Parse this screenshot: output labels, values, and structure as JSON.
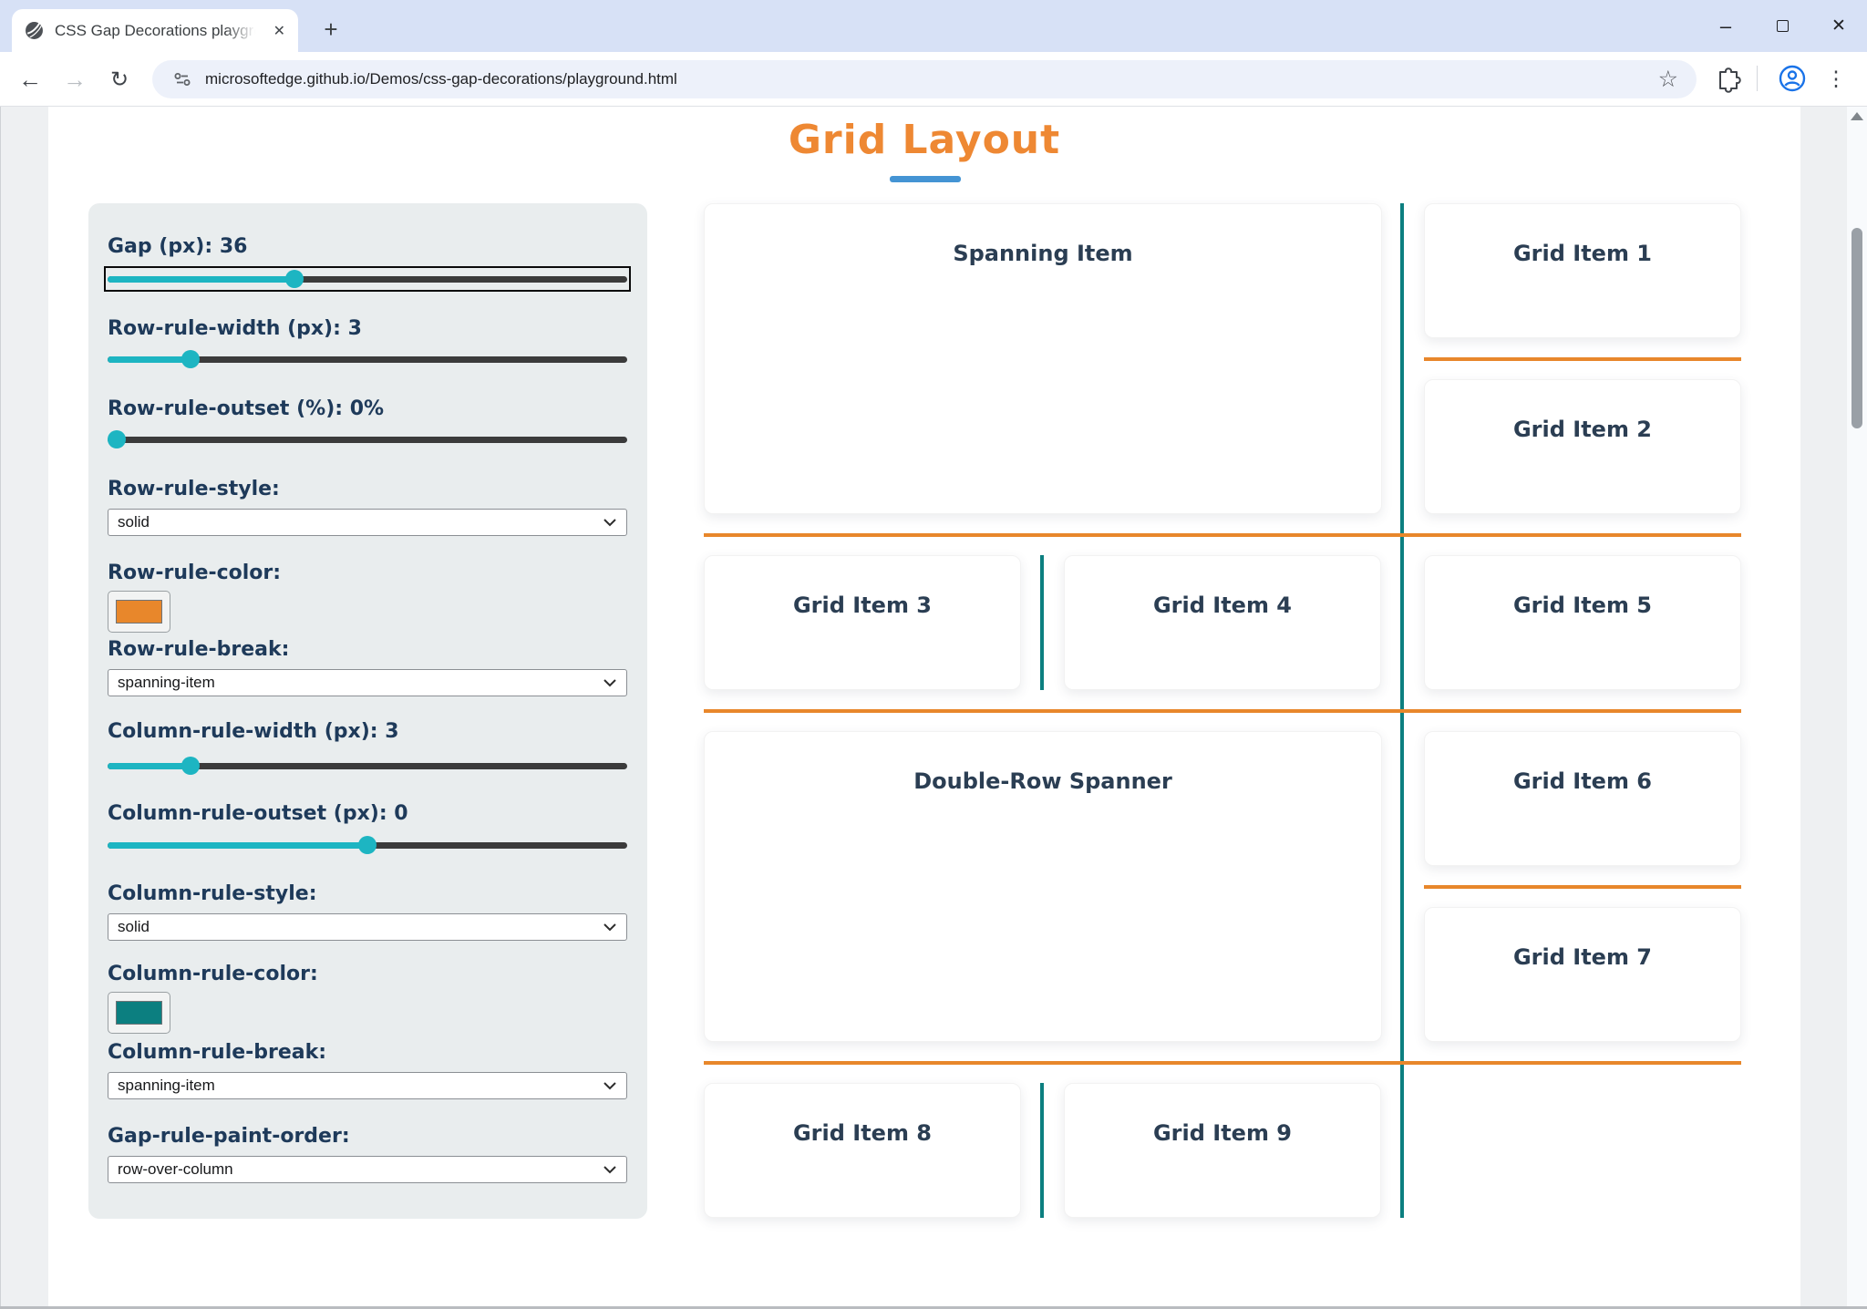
{
  "browser": {
    "tab_title": "CSS Gap Decorations playgroun",
    "url": "microsoftedge.github.io/Demos/css-gap-decorations/playground.html",
    "icons": {
      "back": "←",
      "forward": "→",
      "reload": "↻",
      "star": "☆",
      "kebab": "⋮",
      "new_tab": "+",
      "tab_close": "✕",
      "minimize": "–",
      "close_window": "✕"
    }
  },
  "page": {
    "title": "Grid Layout",
    "theme": {
      "title_color": "#ee8833",
      "underline_color": "#4494d4",
      "accent_cyan": "#1db5c2",
      "row_rule_color": "#e8872b",
      "column_rule_color": "#0c7f80"
    },
    "panel": {
      "controls": [
        {
          "type": "slider",
          "label": "Gap (px): 36",
          "pct": "36%",
          "focused": true
        },
        {
          "type": "slider",
          "label": "Row-rule-width (px): 3",
          "pct": "16%"
        },
        {
          "type": "slider",
          "label": "Row-rule-outset (%): 0%",
          "pct": "1.8%"
        },
        {
          "type": "select",
          "label": "Row-rule-style:",
          "value": "solid"
        },
        {
          "type": "color",
          "label": "Row-rule-color:",
          "color": "#e8872b"
        },
        {
          "type": "select",
          "label": "Row-rule-break:",
          "value": "spanning-item"
        },
        {
          "type": "slider",
          "label": "Column-rule-width (px): 3",
          "pct": "16%"
        },
        {
          "type": "slider",
          "label": "Column-rule-outset (px): 0",
          "pct": "50%"
        },
        {
          "type": "select",
          "label": "Column-rule-style:",
          "value": "solid"
        },
        {
          "type": "color",
          "label": "Column-rule-color:",
          "color": "#0c7f80"
        },
        {
          "type": "select",
          "label": "Column-rule-break:",
          "value": "spanning-item"
        },
        {
          "type": "select",
          "label": "Gap-rule-paint-order:",
          "value": "row-over-column"
        }
      ]
    },
    "grid": {
      "items": [
        {
          "label": "Spanning Item"
        },
        {
          "label": "Grid Item 1"
        },
        {
          "label": "Grid Item 2"
        },
        {
          "label": "Grid Item 3"
        },
        {
          "label": "Grid Item 4"
        },
        {
          "label": "Grid Item 5"
        },
        {
          "label": "Double-Row Spanner"
        },
        {
          "label": "Grid Item 6"
        },
        {
          "label": "Grid Item 7"
        },
        {
          "label": "Grid Item 8"
        },
        {
          "label": "Grid Item 9"
        }
      ]
    }
  }
}
